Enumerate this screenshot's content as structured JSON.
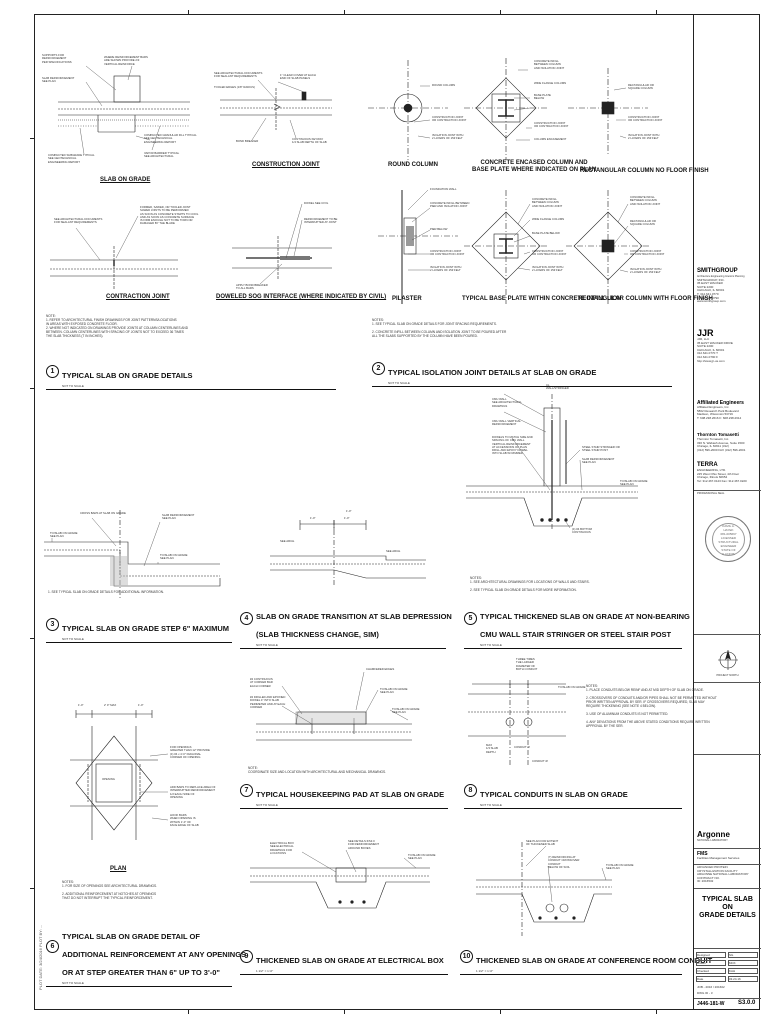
{
  "details": {
    "d1": {
      "number": "1",
      "title": "TYPICAL SLAB ON GRADE DETAILS",
      "scale": "NOT TO SCALE",
      "caps": {
        "slab": "SLAB ON GRADE",
        "cj": "CONSTRUCTION JOINT",
        "contraction": "CONTRACTION JOINT",
        "doweled": "DOWELED SOG INTERFACE (WHERE INDICATED BY CIVIL)"
      },
      "callouts": {
        "a1": "SUPPORTS FOR",
        "a2": "REINFORCEMENT",
        "a3": "PER SPECIFICATIONS",
        "a4": "SLAB REINFORCEMENT",
        "a5": "SEE PLAN",
        "a6": "WHERE REINFORCEMENT BARS",
        "a7": "ARE SHOWN PROVIDE 2/3",
        "a8": "VERTICAL REINFORCE",
        "a9": "COMPACTED GRANULAR FILL TYPICAL",
        "a10": "SEE GEOTECHNICAL",
        "a11": "ENGINEERING REPORT",
        "a12": "VAPOR BARRIER TYPICAL",
        "a13": "SEE ARCHITECTURAL",
        "a14": "COMPACTED SUBGRADE TYPICAL",
        "a15": "SEE GEOTECHNICAL",
        "a16": "ENGINEERING REPORT",
        "b1": "SEE ARCHITECTURAL DOCUMENTS",
        "b2": "FOR SEALANT REQUIREMENTS",
        "b3": "TOOLED EDGES (1/8\" RADIUS)",
        "b4": "BOND BREAKER",
        "b5": "CONTINUOUS KEYWAY",
        "b6": "1/4 SLAB DEPTH OF SLAB",
        "b7": "1\" CLEAR COVER AT EACH",
        "b8": "END OF SLAB PANELS",
        "c1": "SEE ARCHITECTURAL DOCUMENTS",
        "c2": "FOR SEALANT REQUIREMENTS",
        "c3": "FORMED, SAWED, OR TOOLED JOINT",
        "c4": "SAWED JOINTS TO BE PERFORMED",
        "c5": "AS SOON AS CONCRETE STARTS TO COOL",
        "c6": "AND AS SOON AS CONCRETE SURFACE",
        "c7": "IS FIRM ENOUGH NOT TO BE TORN OR",
        "c8": "DAMAGED BY THE BLADE",
        "d1": "DOWEL SEE CIVIL",
        "d2": "REINFORCEMENT TO BE",
        "d3": "INTERRUPTED AT JOINT",
        "d4": "APPLY BOND BREAKER",
        "d5": "TO ALL BARS"
      },
      "notes": [
        "NOTE:",
        "1. REFER TO ARCHITECTURAL FINISH DRAWINGS FOR JOINT PATTERNS/LOCATIONS",
        "   IN AREAS WITH EXPOSED CONCRETE FLOOR.",
        "2. WHERE NOT INDICATED ON DRAWINGS PROVIDE JOINTS AT COLUMN CENTERLINES AND",
        "   BETWEEN. COLUMN CENTERLINES WITH SPACING OF JOINTS NOT TO EXCEED 36 TIMES",
        "   THE SLAB THICKNESS (T IN INCHES)."
      ]
    },
    "d2": {
      "number": "2",
      "title": "TYPICAL ISOLATION JOINT DETAILS AT SLAB ON GRADE",
      "scale": "NOT TO SCALE",
      "caps": {
        "round": "ROUND COLUMN",
        "encased_l1": "CONCRETE ENCASED COLUMN AND",
        "encased_l2": "BASE PLATE WHERE INDICATED ON PLAN",
        "rect": "RECTANGULAR COLUMN NO FLOOR FINISH",
        "pilaster": "PILASTER",
        "baseplate": "TYPICAL BASE PLATE WITHIN CONCRETE INFILL LION",
        "rect2": "RECTANGULAR COLUMN WITH FLOOR FINISH"
      },
      "callouts": {
        "r1": "ROUND COLUMN",
        "r2": "CONSTRUCTION JOINT",
        "r3": "OR CONTRACTION JOINT",
        "r4": "ISOLATION JOINT WITH",
        "r5": "2 LAYERS OF 15# FELT",
        "e1": "CONCRETE INFILL",
        "e2": "BETWEEN COLUMN",
        "e3": "AND ISOLATION JOINT",
        "e4": "WIDE FLANGE COLUMN",
        "e5": "BASE PLATE",
        "e6": "BELOW",
        "e7": "CONSTRUCTION JOINT",
        "e8": "OR CONTRACTION JOINT",
        "e9": "COLUMN ENCASEMENT",
        "q1": "RECTANGULAR OR",
        "q2": "SQUARE COLUMN",
        "q3": "CONSTRUCTION JOINT",
        "q4": "OR CONTRACTION JOINT",
        "q5": "ISOLATION JOINT WITH",
        "q6": "2 LAYERS OF 15# FELT",
        "p1": "FOUNDATION WALL",
        "p2": "CONCRETE INFILL BETWEEN",
        "p3": "PIER AND ISOLATION JOINT",
        "p4": "PIER BELOW",
        "p5": "CONSTRUCTION JOINT",
        "p6": "OR CONTRACTION JOINT",
        "p7": "ISOLATION JOINT WITH",
        "p8": "2 LAYERS OF 15# FELT",
        "t1": "CONCRETE INFILL",
        "t2": "BETWEEN COLUMN",
        "t3": "AND ISOLATION JOINT",
        "t4": "WIDE FLANGE COLUMN",
        "t5": "BASE PLATE BELOW",
        "t6": "CONSTRUCTION JOINT",
        "t7": "OR CONTRACTION JOINT",
        "t8": "ISOLATION JOINT WITH",
        "t9": "2 LAYERS OF 15# FELT",
        "w1": "CONCRETE INFILL",
        "w2": "BETWEEN COLUMN",
        "w3": "AND ISOLATION JOINT",
        "w4": "RECTANGULAR OR",
        "w5": "SQUARE COLUMN",
        "w6": "CONSTRUCTION JOINT",
        "w7": "OR CONTRACTION JOINT",
        "w8": "ISOLATION JOINT WITH",
        "w9": "2 LAYERS OF 15# FELT"
      },
      "notes": [
        "NOTES:",
        "1.   SEE TYPICAL SLAB ON GRADE DETAILS FOR JOINT SPACING REQUIREMENTS.",
        "2.   CONCRETE INFILL BETWEEN COLUMN AND ISOLATION JOINT TO BE POURED AFTER",
        "     ALL THE SLABS SUPPORTED BY THE COLUMN HAVE BEEN POURED."
      ]
    },
    "d3": {
      "number": "3",
      "title": "TYPICAL SLAB ON GRADE STEP 6\" MAXIMUM",
      "scale": "NOT TO SCALE",
      "callouts": {
        "c1": "CROSS BARS AT SLAB ON GRADE",
        "c2": "SLAB REINFORCEMENT",
        "c3": "SEE PLAN",
        "c4": "TO/SLAB ON GRADE",
        "c5": "SEE PLAN",
        "c6": "TO/SLAB ON GRADE",
        "c7": "SEE PLAN"
      },
      "notes": [
        "1.   SEE TYPICAL SLAB ON GRADE DETAILS FOR ADDITIONAL INFORMATION."
      ]
    },
    "d4": {
      "number": "4",
      "title_l1": "SLAB ON GRADE TRANSITION AT SLAB DEPRESSION",
      "title_l2": "(SLAB THICKNESS CHANGE, SIM)",
      "scale": "NOT TO SCALE",
      "callouts": {
        "c1": "1'-0\"",
        "c2": "1'-0\"",
        "c3": "1'-0\"",
        "c4": "SEE ARCH.",
        "c5": "SEE ARCH."
      }
    },
    "d5": {
      "number": "5",
      "title_l1": "TYPICAL THICKENED SLAB ON GRADE AT NON-BEARING",
      "title_l2": "CMU WALL STAIR STRINGER OR STEEL STAIR POST",
      "scale": "NOT TO SCALE",
      "callouts": {
        "c1": "CL",
        "c2": "WALL/STRINGER",
        "c3": "CMU WALL",
        "c4": "SEE ARCHITECTURAL",
        "c5": "DRAWINGS",
        "c6": "CMU WALL VERTICAL",
        "c7": "REINFORCEMENT",
        "c8": "DOWELS TO MATCH SIZE AND",
        "c9": "SPACING OF CMU WALL",
        "c10": "VERTICAL REINFORCEMENT",
        "c11": "AT ACCESSIONS OF PLAN",
        "c12": "DRILL AND EPOXY DOWEL",
        "c13": "INTO SLAB W/ RIMMED",
        "c14": "STEEL STAIR STRINGER OR",
        "c15": "STEEL STAIR POST",
        "c16": "SLAB REINFORCEMENT",
        "c17": "SEE PLAN",
        "c18": "TO/SLAB ON GRADE",
        "c19": "SEE PLAN",
        "c20": "(4) #4 BOTTOM",
        "c21": "CONTINUOUS"
      },
      "notes": [
        "NOTES:",
        "1.   SEE ARCHITECTURAL DRAWINGS FOR LOCATIONS OF WALLS AND STAIRS.",
        "2.   SEE TYPICAL SLAB ON GRADE DETAILS FOR MORE INFORMATION."
      ]
    },
    "d6": {
      "number": "6",
      "title_l1": "TYPICAL SLAB ON GRADE DETAIL OF",
      "title_l2": "ADDITIONAL REINFORCEMENT AT ANY OPENINGS",
      "title_l3": "OR AT STEP GREATER THAN 6\" UP TO 3'-0\"",
      "scale": "NOT TO SCALE",
      "cap": "PLAN",
      "callouts": {
        "c1": "1'-0\"",
        "c2": "2' 0\" MAX",
        "c3": "1'-0\"",
        "c4": "OPENING",
        "c5": "FOR OPENINGS",
        "c6": "GREATER THAN 12\" PROVIDE",
        "c7": "(4) #4 x 4'-0\" DIAGONAL",
        "c8": "CORNER OF OPENING",
        "c9": "ADD BARS TO REPLACE AREA OF",
        "c10": "INTERRUPTED REINFORCEMENT",
        "c11": "1/2 EACH SIDE OF",
        "c12": "OPENING",
        "c13": "HOOK BARS",
        "c14": "WHEN OPENING IS",
        "c15": "WITHIN 1'-0\" OF",
        "c16": "FACE EDGE OF SLAB"
      },
      "notes": [
        "NOTES:",
        "1.   FOR SIZE OF OPENINGS SEE ARCHITECTURAL DRAWINGS.",
        "2.   ADDITIONAL REINFORCEMENT AT NOTCHES AT OPENINGS",
        "     THAT DO NOT INTERRUPT THE TYPICAL REINFORCEMENT."
      ]
    },
    "d7": {
      "number": "7",
      "title": "TYPICAL HOUSEKEEPING PAD AT SLAB ON GRADE",
      "scale": "NOT TO SCALE",
      "callouts": {
        "c1": "#4 CONTINUOUS",
        "c2": "AT CORNER BAR",
        "c3": "EACH CORNER",
        "c4": "#4 DRILLED AND EPOXIED",
        "c5": "DOWEL 4\" INTO SLAB",
        "c6": "PERIMETER AND AT EACH",
        "c7": "CORNER",
        "c8": "CHAMFERED EDGES",
        "c9": "TO/SLAB ON GRADE",
        "c10": "SEE PLAN",
        "c11": "TO/SLAB ON GRADE",
        "c12": "SEE PLAN"
      },
      "notes": [
        "NOTE:",
        "COORDINATE SIZE AND LOCATION WITH ARCHITECTURAL AND MECHANICAL DRAWINGS."
      ]
    },
    "d8": {
      "number": "8",
      "title": "TYPICAL CONDUITS IN SLAB ON GRADE",
      "scale": "NOT TO SCALE",
      "callouts": {
        "c1": "THREE TIMES",
        "c2": "THE LARGER",
        "c3": "DIAMETER OF",
        "c4": "BOTH CONDUIT",
        "c5": "TO/SLAB ON GRADE",
        "c6": "MAX",
        "c7": "1/3 SLAB",
        "c8": "DEPTH",
        "c9": "CONDUIT Ø",
        "c10": "CONDUIT Ø"
      },
      "notes": [
        "NOTES:",
        "1.   PLACE CONDUITS BELOW REINF AND AT MID DEPTH OF SLAB ON GRADE.",
        "2.   CROSSOVERS OF CONDUITS AND/OR PIPES SHALL NOT BE PERMITTED WITHOUT",
        "     PRIOR WRITTEN APPROVAL BY SER. IF CROSSOVERS REQUIRED, SLAB MAY",
        "     REQUIRE THICKENING (SEE NOTE 4 BELOW).",
        "3.   USE OF ALUMINUM CONDUITS IS NOT PERMITTED.",
        "4.   ANY DEVIATIONS FROM THE ABOVE STATED CONDITIONS REQUIRE WRITTEN",
        "     APPROVAL BY THE SER."
      ]
    },
    "d9": {
      "number": "9",
      "title": "THICKENED SLAB ON GRADE AT ELECTRICAL BOX",
      "scale": "1 1/2\" = 1'-0\"",
      "callouts": {
        "c1": "ELECTRICAL BOX",
        "c2": "SEE ELECTRICAL",
        "c3": "DRAWINGS FOR",
        "c4": "LOCATIONS",
        "c5": "SEE DETAILS 6/S3.0",
        "c6": "FOR REINFORCEMENT",
        "c7": "AROUND BOXES",
        "c8": "TO/SLAB ON GRADE",
        "c9": "SEE PLAN"
      }
    },
    "d10": {
      "number": "10",
      "title": "THICKENED SLAB ON GRADE AT CONFERENCE ROOM CONDUIT",
      "scale": "1 1/2\" = 1'-0\"",
      "callouts": {
        "c1": "SEE PLAN FOR EXTENT",
        "c2": "OF THICKENED SLAB",
        "c3": "(7) REINFORCING AT",
        "c4": "CONDUIT CROSSOVER",
        "c5": "CONDUIT",
        "c6": "BELOW OF SOIL",
        "c7": "TO/SLAB ON GRADE",
        "c8": "SEE PLAN"
      }
    }
  },
  "title_block": {
    "firm1": {
      "logo": "SMITHGROUP",
      "tag": "Architecture Engineering Interiors Planning",
      "lines": [
        "SMITHGROUP, INC.",
        "35 EAST WACKER",
        "SUITE 2200",
        "CHICAGO, IL 60601",
        "T: 312.641.0770",
        "F: 312.641.0790",
        "www.smithgroup.com"
      ]
    },
    "firm2": {
      "logo": "JJR",
      "lines": [
        "JJR, LLC",
        "35 EAST WACKER DRIVE",
        "SUITE 2200",
        "CHICAGO, IL 60601",
        "312.641.0770 T",
        "312.641.0790 F",
        "http://www.jjr-us.com"
      ]
    },
    "firm3": {
      "logo": "Affiliated Engineers",
      "lines": [
        "Affiliated Engineers, Inc.",
        "5802 Research Park Boulevard",
        "Madison, Wisconsin 53719",
        "T: 608.238.2616  F: 608.238.2614"
      ]
    },
    "firm4": {
      "logo": "Thornton Tomasetti",
      "lines": [
        "Thornton Tomasetti, Inc.",
        "330 N. Wabash Avenue, Suite 1500",
        "Chicago, IL 60611  (312)",
        "(312) 596-2000  FAX (312) 596-2001"
      ]
    },
    "firm5": {
      "logo": "TERRA",
      "lines": [
        "ENGINEERING, LTD.",
        "225 West Ohio Street, 4th Floor",
        "Chicago, Illinois 60654",
        "Tel: 312.467.0123  Fax: 312.467.0220"
      ]
    },
    "issue_header": "PROFESSIONAL SEAL",
    "seal_lines": [
      "KAMIL A.",
      "HAYEK",
      "081-005697",
      "LICENSED",
      "STRUCTURAL",
      "ENGINEER",
      "STATE OF",
      "ILLINOIS"
    ],
    "north_label": "PROJECT NORTH",
    "owner_logo": "Argonne",
    "owner_sub": "NATIONAL LABORATORY",
    "fms": "FMS",
    "fms_sub": "Facilities Management Services",
    "project_lines": [
      "ADVANCED PROTEIN",
      "CRYSTALLIZATION FACILITY",
      "ARGONNE NATIONAL LABORATORY",
      "CONTRACT NO.",
      "ID: 2016532"
    ],
    "sheet_title_l1": "TYPICAL SLAB ON",
    "sheet_title_l2": "GRADE DETAILS",
    "meta": [
      [
        "Designed",
        "SG"
      ],
      [
        "Drawn",
        "MCK"
      ],
      [
        "Checked",
        "KAH"
      ],
      [
        "Date",
        "03.24.16"
      ]
    ],
    "job_label": "JOB - 2016 / 201602",
    "dwg_label": "DWG ID - 3",
    "project_no": "J446-181-W",
    "sheet_no": "S3.0.0"
  },
  "side_text": "PLOT DATE: 3/24/2016   PLOT BY: ..."
}
